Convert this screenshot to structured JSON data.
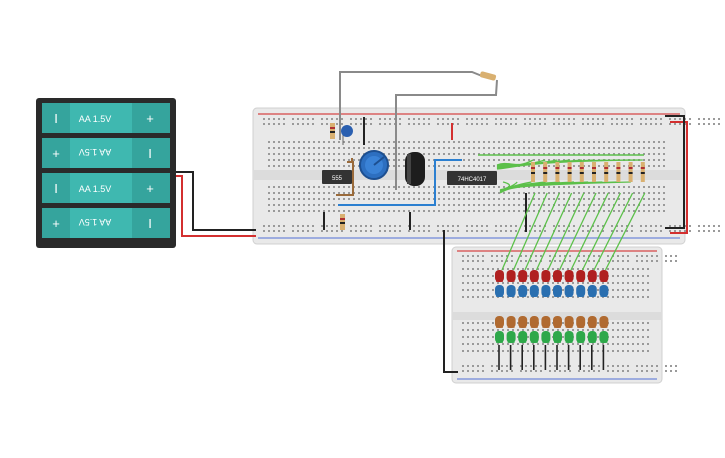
{
  "battery_pack": {
    "cells": [
      {
        "label": "AA 1.5V",
        "left_symbol": "I",
        "right_symbol": "+",
        "flipped": false
      },
      {
        "label": "AA 1.5V",
        "left_symbol": "+",
        "right_symbol": "I",
        "flipped": true
      },
      {
        "label": "AA 1.5V",
        "left_symbol": "I",
        "right_symbol": "+",
        "flipped": false
      },
      {
        "label": "AA 1.5V",
        "left_symbol": "+",
        "right_symbol": "I",
        "flipped": true
      }
    ]
  },
  "components": {
    "timer_ic": "555",
    "counter_ic": "74HC4017"
  },
  "led_rows": {
    "top": [
      "red",
      "blue"
    ],
    "bottom": [
      "orange",
      "green"
    ],
    "columns": 10
  },
  "colors": {
    "battery_teal": "#3fb8b0",
    "battery_body": "#2a2a2a",
    "breadboard": "#e9e9e9",
    "wire_red": "#d32f2f",
    "wire_black": "#222222",
    "wire_green": "#5cc04a",
    "wire_blue": "#2b7fd0",
    "wire_gray": "#8a8a8a",
    "wire_brown": "#9a6a3a",
    "led_red": "#b02020",
    "led_blue": "#2a6fb0",
    "led_orange": "#b06a30",
    "led_green": "#2ea84a",
    "pot_blue": "#2d6fc0"
  }
}
